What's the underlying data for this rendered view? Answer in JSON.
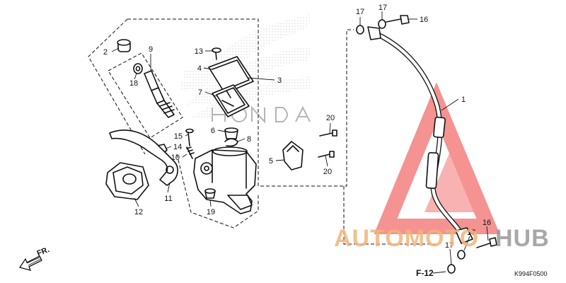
{
  "diagram": {
    "code": "K994F0500",
    "frame_ref": "F-12",
    "direction": "FR.",
    "watermark": {
      "part1": "AUTOMOTO",
      "part2": "HUB",
      "color1": "#f2b47a",
      "color2": "#9a9a9a",
      "triangle_color": "#ef4a4a"
    },
    "callouts": [
      "1",
      "2",
      "3",
      "4",
      "5",
      "6",
      "7",
      "8",
      "9",
      "10",
      "11",
      "12",
      "13",
      "14",
      "15",
      "16",
      "16",
      "17",
      "17",
      "17",
      "17",
      "18",
      "19",
      "20",
      "20"
    ]
  }
}
